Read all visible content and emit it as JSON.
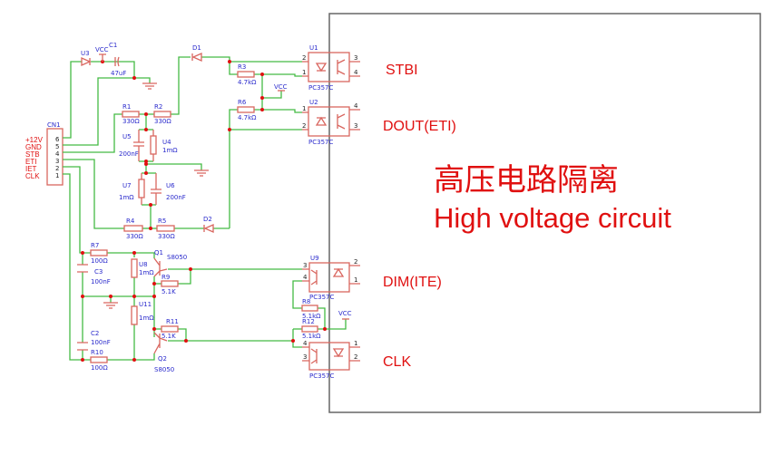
{
  "title_cn": "高压电路隔离",
  "title_en": "High voltage circuit",
  "signals": {
    "stbi": "STBI",
    "dout": "DOUT(ETI)",
    "dim": "DIM(ITE)",
    "clk": "CLK"
  },
  "connector": {
    "name": "CN1",
    "pins": [
      "+12V",
      "GND",
      "STB",
      "ETI",
      "IET",
      "CLK"
    ],
    "numbers": [
      "6",
      "5",
      "4",
      "3",
      "2",
      "1"
    ]
  },
  "components": {
    "u3": "U3",
    "vcc": "VCC",
    "c1": "C1",
    "c1_val": "47uF",
    "d1": "D1",
    "d2": "D2",
    "r1": "R1",
    "r1_val": "330Ω",
    "r2": "R2",
    "r2_val": "330Ω",
    "u5": "U5",
    "u5_val": "200nF",
    "u4": "U4",
    "u4_val": "1mΩ",
    "u7": "U7",
    "u7_val": "1mΩ",
    "u6": "U6",
    "u6_val": "200nF",
    "r4": "R4",
    "r4_val": "330Ω",
    "r5": "R5",
    "r5_val": "330Ω",
    "r3": "R3",
    "r3_val": "4.7kΩ",
    "r6": "R6",
    "r6_val": "4.7kΩ",
    "u1": "U1",
    "u2": "U2",
    "u9": "U9",
    "opto_model": "PC357C",
    "r7": "R7",
    "r7_val": "100Ω",
    "c3": "C3",
    "c3_val": "100nF",
    "c2": "C2",
    "c2_val": "100nF",
    "r10": "R10",
    "r10_val": "100Ω",
    "u8": "U8",
    "u8_val": "1mΩ",
    "u11": "U11",
    "u11_val": "1mΩ",
    "q1": "Q1",
    "q2": "Q2",
    "q_model": "S8050",
    "r9": "R9",
    "r9_val": "5.1K",
    "r11": "R11",
    "r11_val": "5.1K",
    "r8": "R8",
    "r8_val": "5.1kΩ",
    "r12": "R12",
    "r12_val": "5.1kΩ"
  },
  "pin_labels": {
    "p1": "1",
    "p2": "2",
    "p3": "3",
    "p4": "4"
  },
  "colors": {
    "wire": "#44bb44",
    "component": "#d9665f",
    "label": "#2a2acc",
    "text": "#e01010"
  }
}
